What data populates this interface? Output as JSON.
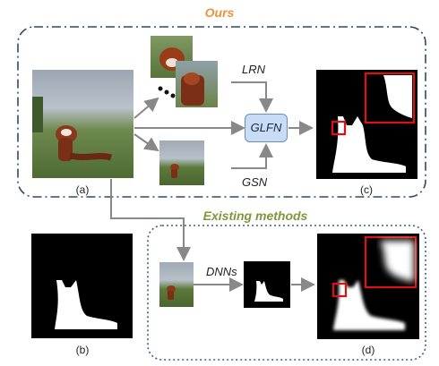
{
  "headers": {
    "ours": "Ours",
    "existing": "Existing methods"
  },
  "labels": {
    "a": "(a)",
    "b": "(b)",
    "c": "(c)",
    "d": "(d)"
  },
  "arrows": {
    "lrn": "LRN",
    "gsn": "GSN",
    "dnns": "DNNs"
  },
  "glfn": "GLFN",
  "colors": {
    "ours_header": "#e8953a",
    "existing_header": "#7a9a3a",
    "ours_border": "#2d4a6a",
    "existing_border": "#3d5d85",
    "glfn_fill": "#c8dcf5",
    "glfn_border": "#6a8fc0",
    "zoom_box": "#e01010",
    "arrow": "#888888"
  }
}
